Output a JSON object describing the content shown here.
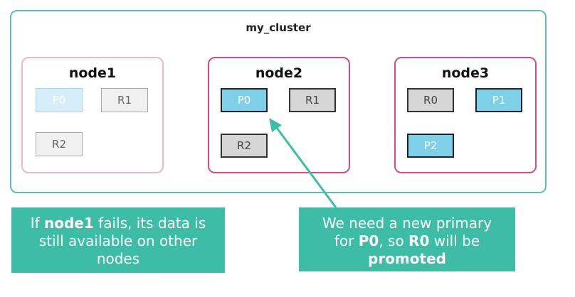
{
  "cluster": {
    "title": "my_cluster"
  },
  "nodes": [
    {
      "name": "node1",
      "state": "failed",
      "border_color": "#f3b8c7",
      "shards": [
        {
          "label": "P0",
          "type": "primary"
        },
        {
          "label": "R1",
          "type": "replica"
        },
        {
          "label": "R2",
          "type": "replica"
        }
      ]
    },
    {
      "name": "node2",
      "state": "active",
      "border_color": "#d94b86",
      "shards": [
        {
          "label": "P0",
          "type": "primary"
        },
        {
          "label": "R1",
          "type": "replica"
        },
        {
          "label": "R2",
          "type": "replica"
        }
      ]
    },
    {
      "name": "node3",
      "state": "active",
      "border_color": "#d94b86",
      "shards": [
        {
          "label": "R0",
          "type": "replica"
        },
        {
          "label": "P1",
          "type": "primary"
        },
        {
          "label": "P2",
          "type": "primary"
        }
      ]
    }
  ],
  "callouts": {
    "left": {
      "line1_pre": "If ",
      "line1_bold": "node1",
      "line1_post": " fails, its data is",
      "line2": "still available on other",
      "line3": "nodes"
    },
    "right": {
      "line1": "We need a new primary",
      "line2_pre": "for ",
      "line2_bold1": "P0",
      "line2_mid": ", so ",
      "line2_bold2": "R0",
      "line2_post": " will be",
      "line3_bold": "promoted"
    }
  },
  "colors": {
    "accent": "#3dbca6",
    "cluster_border": "#5dbfb2",
    "primary_shard": "#7ecfe8",
    "replica_shard": "#d6d6d6"
  }
}
